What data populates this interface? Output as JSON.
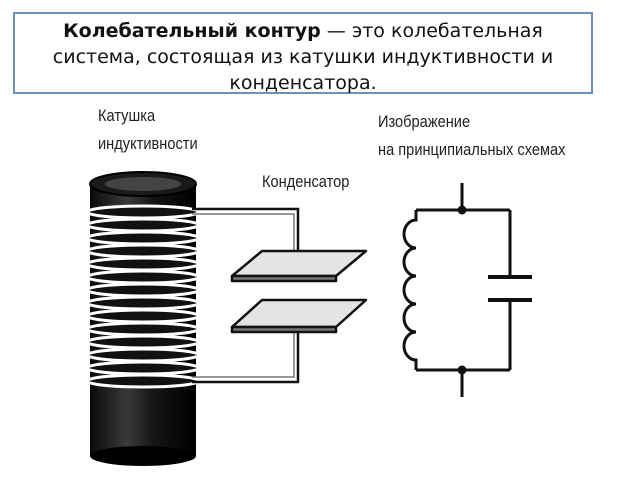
{
  "definition": {
    "term": "Колебательный контур",
    "rest": " — это колебательная система, состоящая из катушки индуктивности и конденсатора."
  },
  "labels": {
    "coil_line1": "Катушка",
    "coil_line2": "индуктивности",
    "capacitor": "Конденсатор",
    "schematic_line1": "Изображение",
    "schematic_line2": "на принципиальных схемах"
  },
  "colors": {
    "frame": "#6f8fb9",
    "ink": "#111111",
    "plate_fill": "#e4e4e4"
  }
}
